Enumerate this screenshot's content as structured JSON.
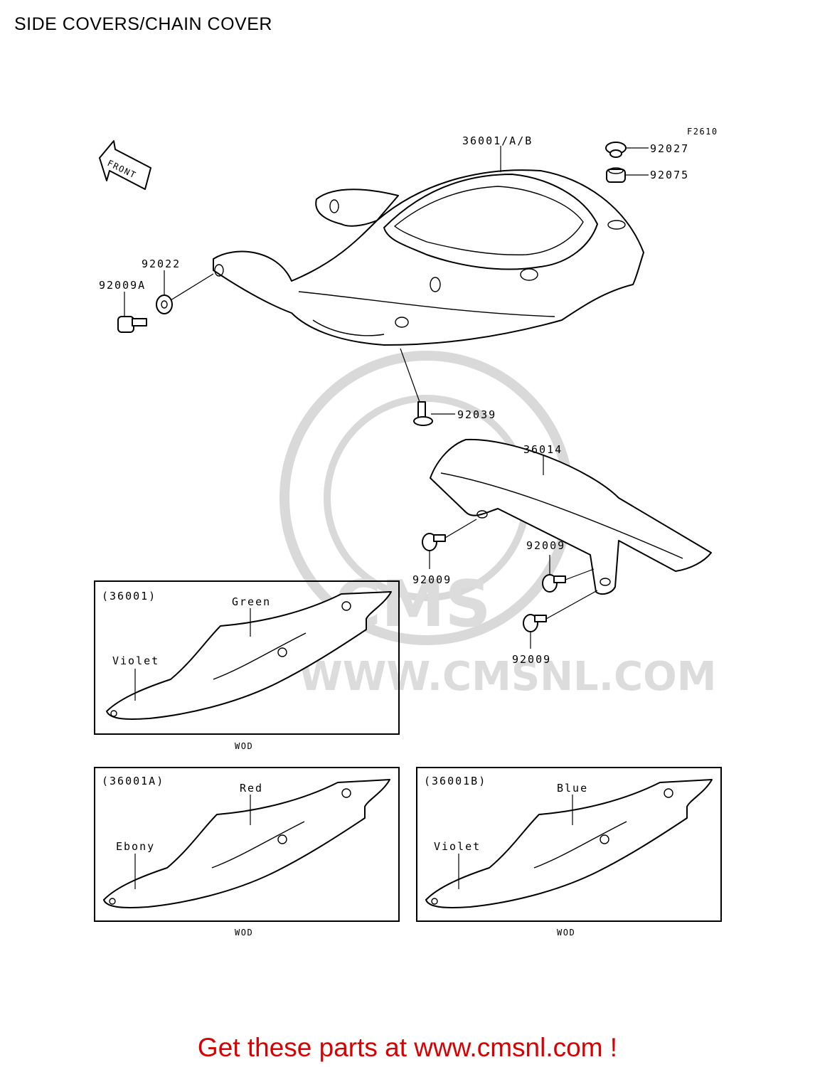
{
  "header": {
    "title": "SIDE COVERS/CHAIN COVER"
  },
  "figure_code": "F2610",
  "front_arrow": "FRONT",
  "watermark": {
    "text": "WWW.CMSNL.COM",
    "brand": "CMS"
  },
  "callouts": {
    "seat_cover": "36001/A/B",
    "cap": "92027",
    "grommet": "92075",
    "washer": "92022",
    "bolt_a": "92009A",
    "clip": "92039",
    "chain_cover": "36014",
    "bolt_1": "92009",
    "bolt_2": "92009",
    "bolt_3": "92009"
  },
  "variants": [
    {
      "code": "(36001)",
      "upper_color": "Green",
      "lower_color": "Violet",
      "model": "WOD"
    },
    {
      "code": "(36001A)",
      "upper_color": "Red",
      "lower_color": "Ebony",
      "model": "WOD"
    },
    {
      "code": "(36001B)",
      "upper_color": "Blue",
      "lower_color": "Violet",
      "model": "WOD"
    }
  ],
  "footer": {
    "text": "Get these parts at www.cmsnl.com !",
    "color": "#d80000"
  }
}
